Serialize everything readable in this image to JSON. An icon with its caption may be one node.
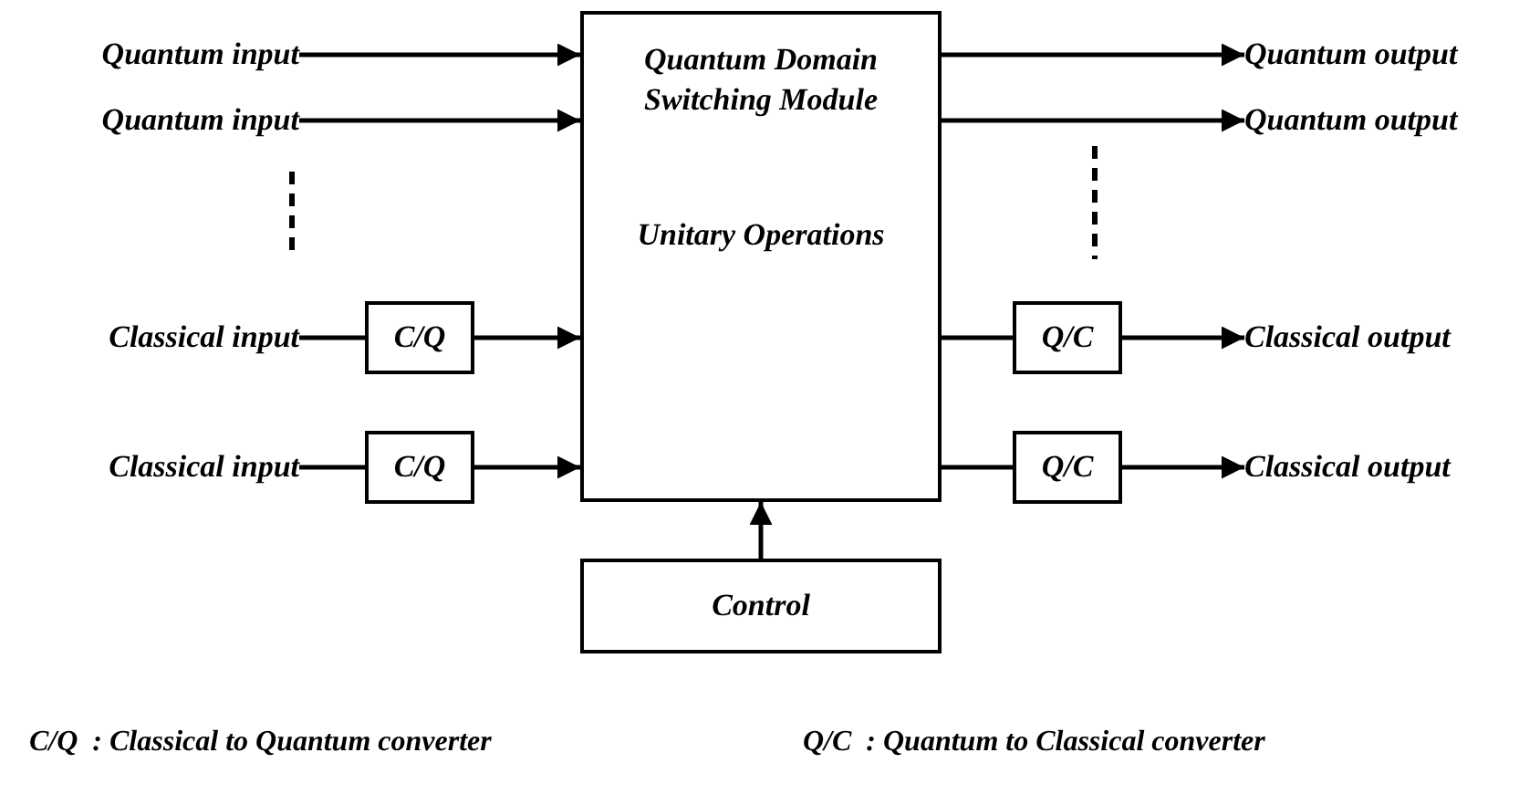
{
  "diagram": {
    "nodes": [
      {
        "text": [
          "Quantum input"
        ]
      },
      {
        "text": [
          "Quantum input"
        ]
      },
      {
        "text": [
          "Classical input"
        ]
      },
      {
        "text": [
          "Classical input"
        ]
      },
      {
        "text": [
          "C/Q"
        ]
      },
      {
        "text": [
          "C/Q"
        ]
      },
      {
        "text": [
          "Quantum Domain Switching Module",
          "Unitary Operations"
        ]
      },
      {
        "text": [
          "Q/C"
        ]
      },
      {
        "text": [
          "Q/C"
        ]
      },
      {
        "text": [
          "Quantum output"
        ]
      },
      {
        "text": [
          "Quantum output"
        ]
      },
      {
        "text": [
          "Classical output"
        ]
      },
      {
        "text": [
          "Classical output"
        ]
      },
      {
        "text": [
          "Control"
        ]
      }
    ],
    "edges": [
      {
        "from": 0,
        "to": 6,
        "arrow": "to"
      },
      {
        "from": 1,
        "to": 6,
        "arrow": "to"
      },
      {
        "from": 2,
        "to": 4,
        "arrow": "none"
      },
      {
        "from": 3,
        "to": 5,
        "arrow": "none"
      },
      {
        "from": 4,
        "to": 6,
        "arrow": "to"
      },
      {
        "from": 5,
        "to": 6,
        "arrow": "to"
      },
      {
        "from": 6,
        "to": 9,
        "arrow": "to"
      },
      {
        "from": 6,
        "to": 10,
        "arrow": "to"
      },
      {
        "from": 6,
        "to": 7,
        "arrow": "none"
      },
      {
        "from": 6,
        "to": 8,
        "arrow": "none"
      },
      {
        "from": 7,
        "to": 11,
        "arrow": "to"
      },
      {
        "from": 8,
        "to": 12,
        "arrow": "to"
      },
      {
        "from": 13,
        "to": 6,
        "arrow": "to"
      }
    ],
    "labels": [
      "C/Q  : Classical to Quantum converter",
      "Q/C  : Quantum to Classical converter"
    ]
  }
}
